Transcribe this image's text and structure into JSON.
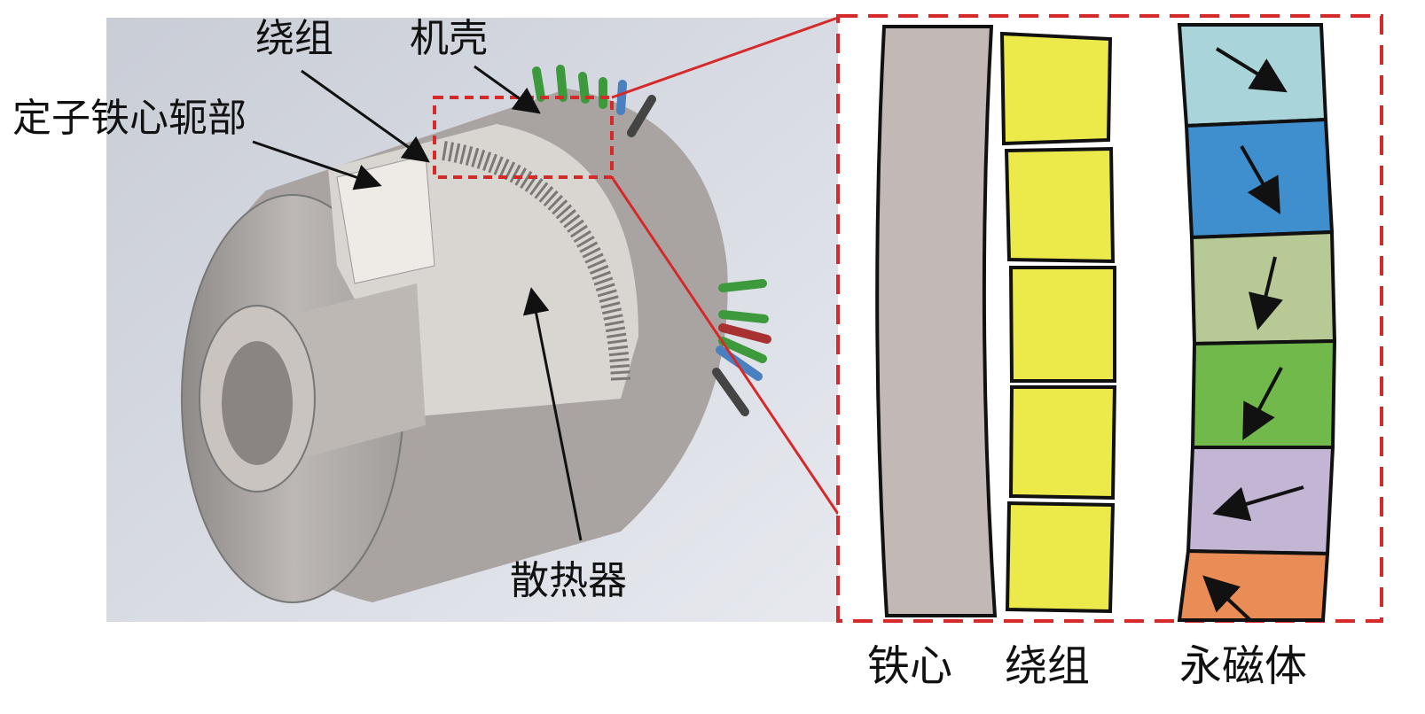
{
  "title": "电机结构示意图",
  "left_labels": {
    "winding": "绕组",
    "housing": "机壳",
    "stator_yoke": "定子铁心轭部",
    "heatsink": "散热器"
  },
  "right_labels": {
    "core": "铁心",
    "winding": "绕组",
    "magnet": "永磁体"
  },
  "colors": {
    "highlight": "#d62a2a",
    "core": "#c2b9b6",
    "winding": "#ece94a",
    "magnets": [
      "#a9d5da",
      "#3f8fcf",
      "#b7c995",
      "#72b94c",
      "#c3b5d4",
      "#ea8c56"
    ]
  },
  "magnet_arrows": [
    "down-right",
    "down-right",
    "down",
    "down-left",
    "left",
    "up-left"
  ]
}
